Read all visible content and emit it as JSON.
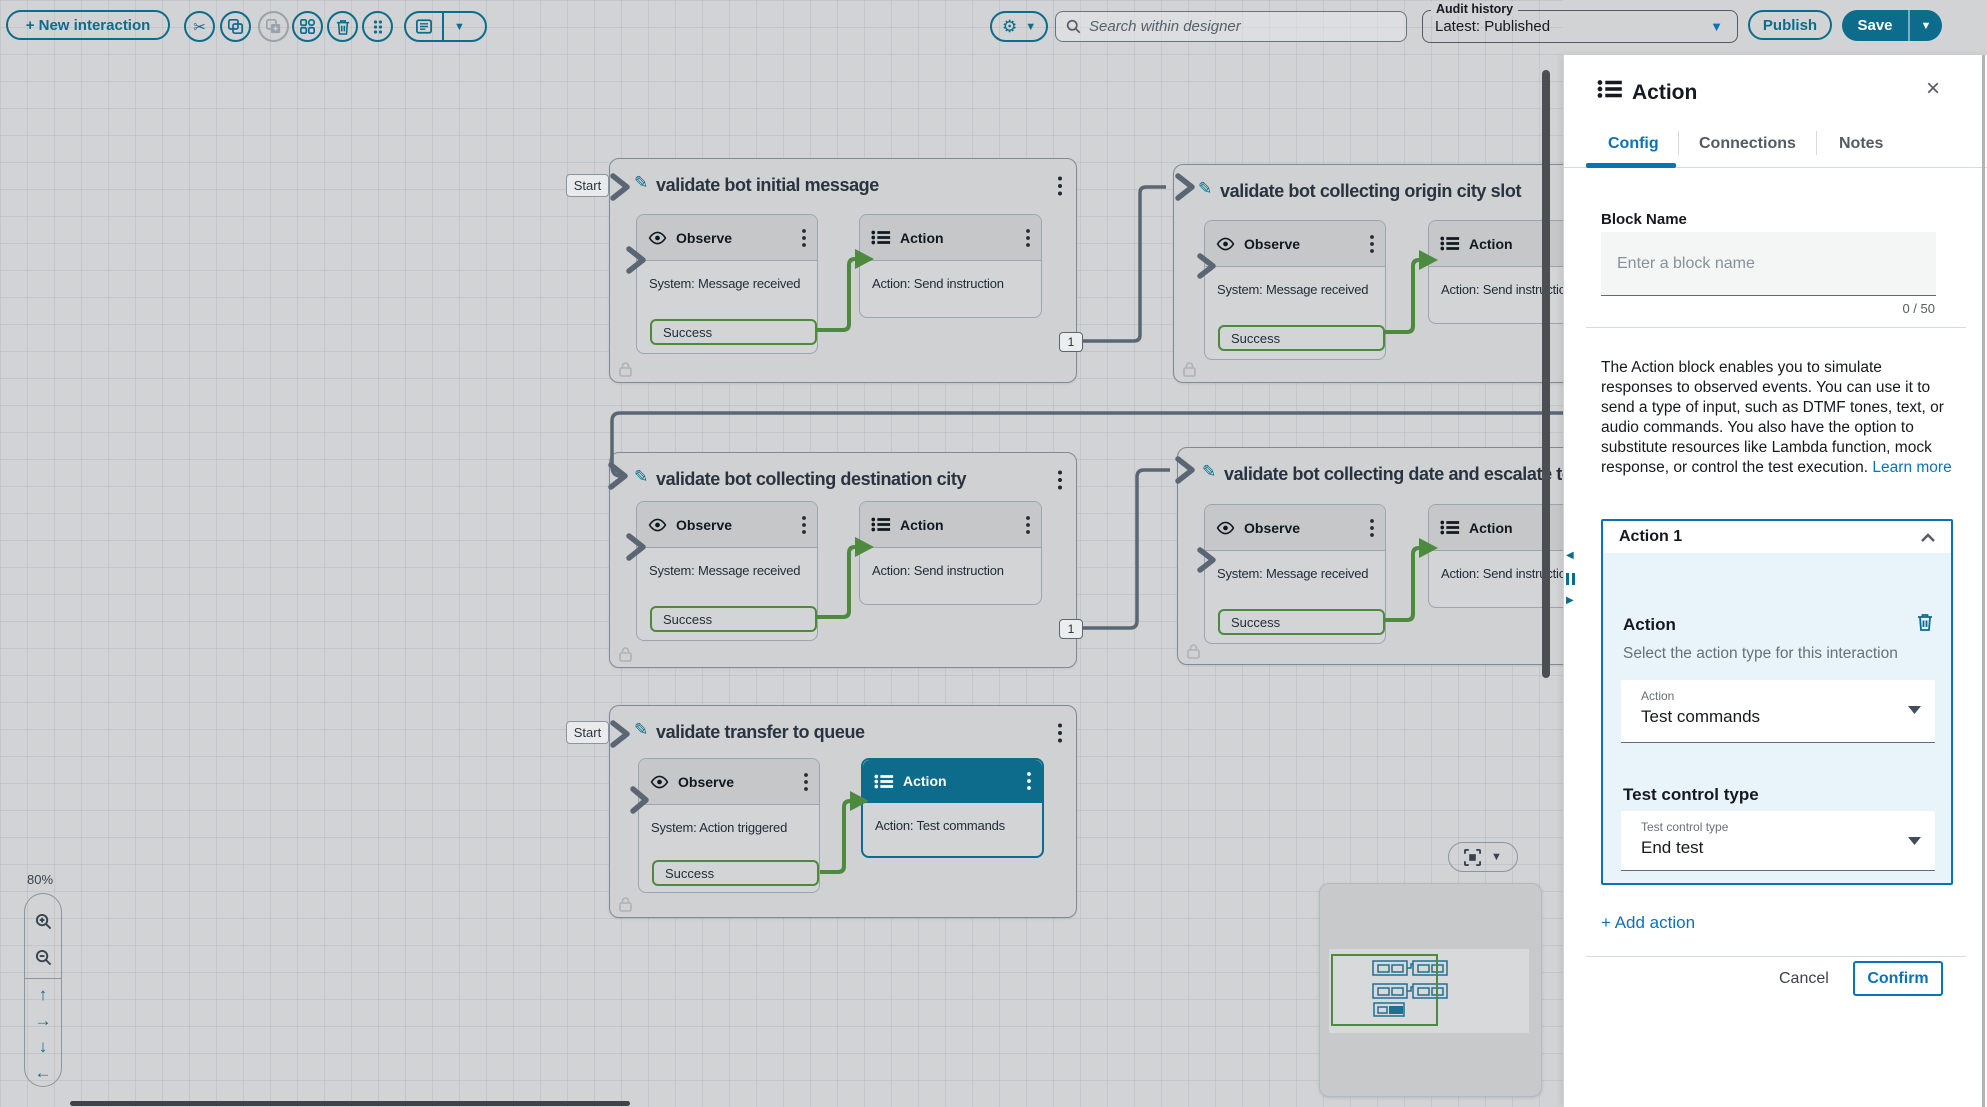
{
  "toolbar": {
    "new_interaction": "+ New interaction",
    "search_placeholder": "Search within designer",
    "audit_label": "Audit history",
    "audit_value": "Latest: Published",
    "publish": "Publish",
    "save": "Save"
  },
  "canvas": {
    "zoom_level": "80%",
    "blocks": [
      {
        "start": "Start",
        "title": "validate bot initial message",
        "observe_title": "Observe",
        "observe_body": "System: Message received",
        "success": "Success",
        "action_title": "Action",
        "action_body": "Action: Send instruction",
        "badge": "1"
      },
      {
        "title": "validate bot collecting origin city slot",
        "observe_title": "Observe",
        "observe_body": "System: Message received",
        "success": "Success",
        "action_title": "Action",
        "action_body": "Action: Send instruction"
      },
      {
        "title": "validate bot collecting destination city",
        "observe_title": "Observe",
        "observe_body": "System: Message received",
        "success": "Success",
        "action_title": "Action",
        "action_body": "Action: Send instruction",
        "badge": "1"
      },
      {
        "title": "validate bot collecting date and escalate to",
        "observe_title": "Observe",
        "observe_body": "System: Message received",
        "success": "Success",
        "action_title": "Action",
        "action_body": "Action: Send instruction"
      },
      {
        "start": "Start",
        "title": "validate transfer to queue",
        "observe_title": "Observe",
        "observe_body": "System: Action triggered",
        "success": "Success",
        "action_title": "Action",
        "action_body": "Action: Test commands"
      }
    ]
  },
  "panel": {
    "title": "Action",
    "tabs": [
      "Config",
      "Connections",
      "Notes"
    ],
    "block_name_label": "Block Name",
    "block_name_placeholder": "Enter a block name",
    "char_counter": "0 / 50",
    "description": "The Action block enables you to simulate responses to observed events. You can use it to send a type of input, such as DTMF tones, text, or audio commands. You also have the option to substitute resources like Lambda function, mock response, or control the test execution.",
    "learn_more": "Learn more",
    "accordion_title": "Action 1",
    "action_section_title": "Action",
    "action_helper": "Select the action type for this interaction",
    "action_select_label": "Action",
    "action_select_value": "Test commands",
    "test_control_title": "Test control type",
    "test_control_select_label": "Test control type",
    "test_control_select_value": "End test",
    "add_action": "+ Add action",
    "cancel": "Cancel",
    "confirm": "Confirm"
  },
  "colors": {
    "teal": "#0d6c8b",
    "blue": "#0b72b8",
    "green": "#4c8a3e",
    "slate": "#5a6673"
  }
}
